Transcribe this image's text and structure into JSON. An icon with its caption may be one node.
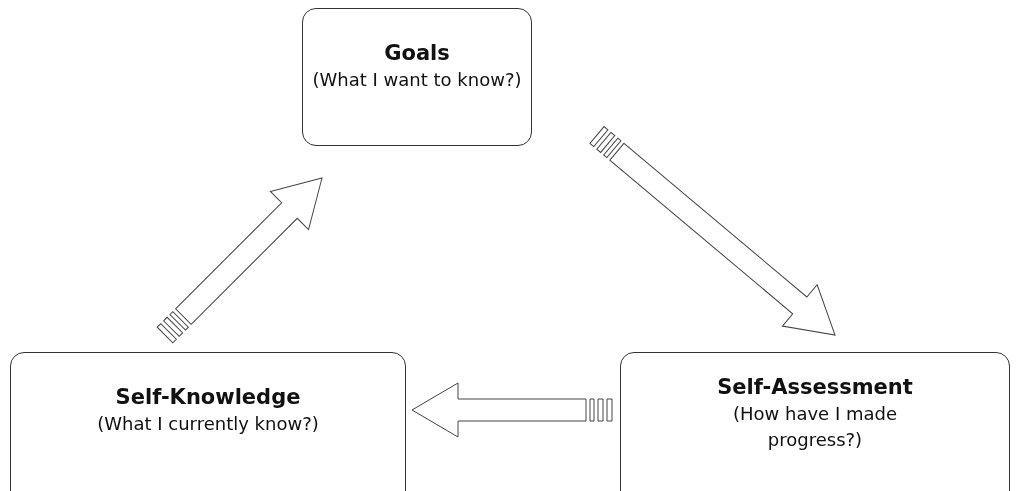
{
  "diagram": {
    "nodes": [
      {
        "text": [
          "Goals",
          "(What I want to know?)"
        ]
      },
      {
        "text": [
          "Self-Assessment",
          "(How have I made progress?)"
        ]
      },
      {
        "text": [
          "Self-Knowledge",
          "(What I currently know?)"
        ]
      }
    ],
    "edges": [
      {
        "from": 2,
        "to": 0,
        "arrow": "to"
      },
      {
        "from": 0,
        "to": 1,
        "arrow": "to"
      },
      {
        "from": 1,
        "to": 2,
        "arrow": "to"
      }
    ]
  }
}
